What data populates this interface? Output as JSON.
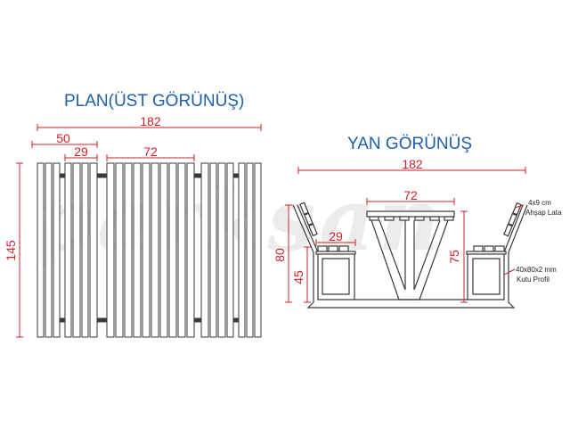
{
  "watermark": "parksan",
  "plan": {
    "title": "PLAN(ÜST GÖRÜNÜŞ)",
    "dims": {
      "overall_width": "182",
      "seat_depth": "50",
      "seat_board": "29",
      "table_width": "72",
      "length": "145"
    }
  },
  "side": {
    "title": "YAN GÖRÜNÜŞ",
    "dims": {
      "overall_width": "182",
      "table_width": "72",
      "seat_width": "29",
      "back_height": "80",
      "seat_height": "45",
      "table_height": "75"
    },
    "notes": {
      "wood": [
        "4x9 cm",
        "Ahşap Lata"
      ],
      "steel": [
        "40x80x2 mm",
        "Kutu Profil"
      ]
    }
  },
  "colors": {
    "title": "#1f5fa8",
    "dimension": "#d21f2a",
    "outline": "#3a3a3a"
  }
}
